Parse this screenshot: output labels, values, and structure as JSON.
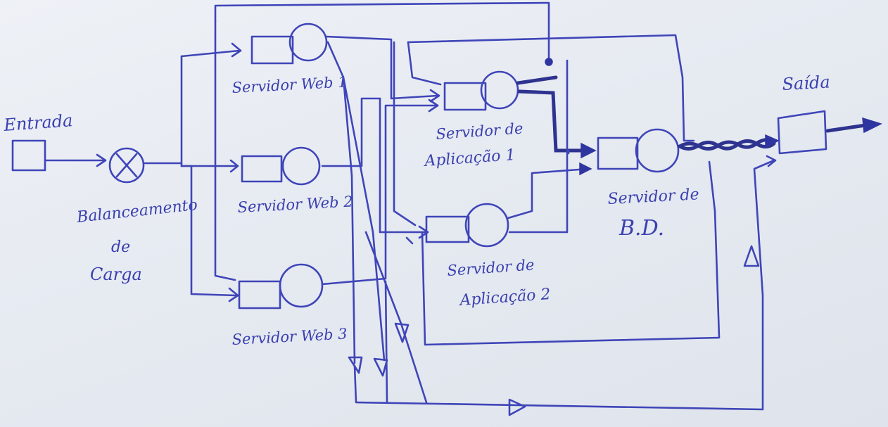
{
  "diagram": {
    "nodes": {
      "entrada": "Entrada",
      "balanceamento": [
        "Balanceamento",
        "de",
        "Carga"
      ],
      "web1": "Servidor Web 1",
      "web2": "Servidor Web 2",
      "web3": "Servidor Web 3",
      "app1": [
        "Servidor de",
        "Aplicação 1"
      ],
      "app2": [
        "Servidor de",
        "Aplicação 2"
      ],
      "bd": [
        "Servidor de",
        "B.D."
      ],
      "saida": "Saída"
    },
    "colors": {
      "ink": "#3f45b8",
      "paper": "#e9edf3"
    }
  }
}
